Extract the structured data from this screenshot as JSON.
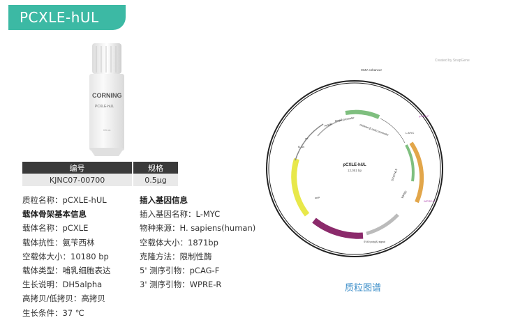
{
  "title": "PCXLE-hUL",
  "vial": {
    "brand": "CORNING",
    "label": "PCXLE-hUL",
    "volume": "0.5 mL"
  },
  "table": {
    "headers": [
      "编号",
      "规格"
    ],
    "row": [
      "KJNC07-00700",
      "0.5μg"
    ]
  },
  "left_col": [
    "质粒名称：pCXLE-hUL",
    "载体骨架基本信息",
    "载体名称：pCXLE",
    "载体抗性：氨苄西林",
    "空载体大小：10180 bp",
    "载体类型：哺乳细胞表达",
    "生长说明：DH5alpha",
    "高拷贝/低拷贝：高拷贝",
    "生长条件：37 ℃"
  ],
  "right_col": [
    "插入基因信息",
    "插入基因名称：L-MYC",
    "物种来源：H. sapiens(human)",
    "空载体大小：1871bp",
    "克隆方法：限制性酶",
    "5' 测序引物：pCAG-F",
    "3' 测序引物：WPRE-R"
  ],
  "map": {
    "center_title": "pCXLE-hUL",
    "center_size": "12,051 bp",
    "credit": "Created by SnapGene",
    "caption": "质粒图谱",
    "features": [
      "CMV enhancer",
      "AmpR",
      "AmpR promoter",
      "chicken β-actin promoter",
      "SV40 NLS",
      "WPRE",
      "EBNA1",
      "oriP",
      "SV40 poly(A) signal",
      "f1 ori",
      "ori",
      "L-MYC",
      "pCAG-F",
      "WPRE-R"
    ]
  }
}
